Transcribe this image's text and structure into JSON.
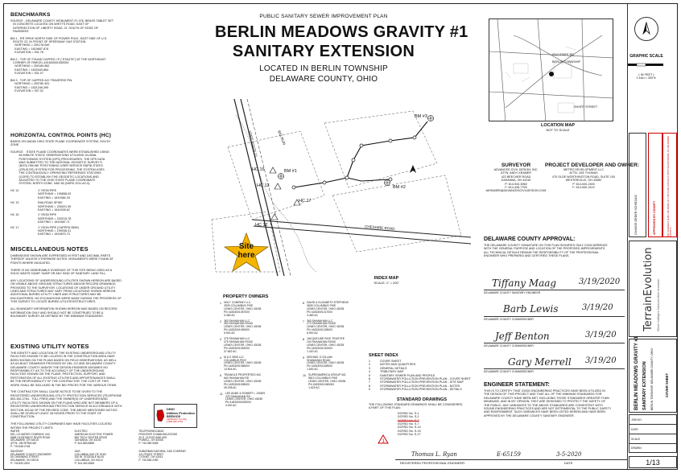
{
  "header": {
    "overline": "PUBLIC SANITARY SEWER IMPROVEMENT PLAN",
    "title_line1": "BERLIN MEADOWS GRAVITY #1",
    "title_line2": "SANITARY EXTENSION",
    "subtitle1": "LOCATED IN BERLIN TOWNSHIP",
    "subtitle2": "DELAWARE COUNTY, OHIO"
  },
  "benchmarks": {
    "heading": "BENCHMARKS",
    "items": [
      "SOURCE - DELAWARE COUNTY MONUMENT 97-076, BRASS TABLET SET\n   IN CONCRETE LOCATED ON WHITTS ROAD, EAST OF\n   INTERSECTION OF LIBERTY ROAD, 21' SOUTH OF EDGE OF\n   PAVEMENT.",
      "BM 1 - RR SPIKE NORTH SIDE OF POWER POLE, EAST SIDE OF U.S.\n   ROUTE 23, IN FRONT OF SPEEDWAY GAS STATION.\n     NORTHING = 200178.649\n     EASTING = 1819657.676\n     ELEVATION = 931.78",
      "BM 2 - TOP OF FOUND CAPPED I.P (\"STAUTE\") AT THE NORTHEAST\n   CORNER OF PARCEL #41833001050000.\n     NORTHING = 200160.862\n     EASTING = 1820440.864\n     ELEVATION = 931.07",
      "BM 3 - TOP OF CAPPED ACI TRAVERSE PIN.\n     NORTHING = 200780.451\n     EASTING = 1821246.395\n     ELEVATION = 937.02"
    ]
  },
  "control": {
    "heading": "HORIZONTAL CONTROL POINTS (HC)",
    "note": "BASED ON NAD83 OHIO STATE PLANE COORDINATE SYSTEM, SOUTH\nZONE.",
    "source": "SOURCE    STATE PLANE COORDINATES WERE ESTABLISHED USING\n          46 MINUTE STATIC OBSERVATIONS UTILIZING GLOBAL\n          POSITIONING SYSTEM (GPS) PROCEDURES. THE GPS DATA\n          WAS SUBMITTED TO THE NATIONAL GEODETIC SURVEY'S\n          (NGS) ONLINE POSITIONING USER SERVICE RAPID-STATIC\n          (OPUS-RS) SYSTEM FOR PROCESSING. THE SYSTEM USES\n          THE CONTINUOUSLY OPERATING REFERENCE STATIONS\n          (CORS) TO ESTABLISH THE GEODETIC LOCATIONS AND\n          ADJUSTED TO THE OHIO STATE PLANE COORDINATE\n          SYSTEM, NORTH ZONE, NAD 83 (NSRS 2011 A0.0).",
    "points": [
      {
        "id": "HC 12",
        "text": "1\" IRON PIPE\nNORTHING = 199858.03\nEASTING = 1819384.25"
      },
      {
        "id": "HC 13",
        "text": "RAILROAD SPIKE\nNORTHING = 200021.59\nEASTING = 1819328.62"
      },
      {
        "id": "HC 15",
        "text": "1\" IRON PIPE\nNORTHING = 200215.78\nEASTING = 1819487.71"
      },
      {
        "id": "HC 17",
        "text": "1\" IRON PIPE (CAPPED BDM)\nNORTHING = 199936.31\nEASTING = 1819670.73"
      }
    ]
  },
  "misc": {
    "heading": "MISCELLANEOUS NOTES",
    "text": "DIMENSIONS SHOWN ARE EXPRESSED IN FEET AND DECIMAL PARTS\nTHEREOF UNLESS OTHERWISE NOTED. MONUMENTS WERE FOUND AT\nPOINTS WHERE INDICATED.\n\nTHERE IS NO OBSERVABLE EVIDENCE OF THIS SITE BEING USED AS A\nSOLID WASTE DUMP, SUMP OR ANY KIND OF SANITARY LAND FILL.\n\nANY LOCATIONS OF UNDERGROUND UTILITIES SHOWN HEREON ARE BASED\nON VISIBLE ABOVE GROUND STRUCTURES AND/OR RECORD DRAWINGS\nPROVIDED TO THE SURVEYOR. LOCATIONS OF UNDER GROUND UTILITY\nLINES AND STRUCTURES MAY VARY FROM LOCATIONS SHOWN HEREON.\nADDITIONAL BURIED UTILITY LINES AND STRUCTURES MAY BE\nENCOUNTERED. NO EXCAVATIONS WERE MADE DURING THE PROGRESS OF\nTHIS SURVEY TO LOCATE BURIED UTILITIES/STRUCTURES.\n\nALL BOUNDARY INFORMATION SHOWN HEREON WAS BASED ON RECORD\nINFORMATION ONLY AND SHOULD NOT BE CONSTRUED TO BE A\nBOUNDARY SURVEY AS DEFINED BY THE MINIMUM STANDARDS."
  },
  "utility": {
    "heading": "EXISTING UTILITY NOTES",
    "text": "THE IDENTITY AND LOCATION OF THE EXISTING UNDERGROUND UTILITY\nFACILITIES KNOWN TO BE LOCATED IN THE CONSTRUCTION AREA HAVE\nBEEN SHOWN ON THE PLANS BASED ON FIELD OBSERVATIONS, AS WELL\nAS AS-BUILT DRAWINGS PROVIDED BY DEL-CO AND DELAWARE COUNTY.\nDELAWARE COUNTY AND/OR THE DESIGN ENGINEER ASSUMES NO\nRESPONSIBILITY AS TO THE ACCURACY OF THE UNDERGROUND\nFACILITIES SHOWN ON THE PLANS. PROTECTION, SUPPORT, AND\nRESTORATION OF ALL EXISTING UTILITIES AND APPURTENANCES SHALL\nBE THE RESPONSIBILITY OF THE CONTRACTOR. THE COST OF THIS\nWORK SHALL BE INCLUDED IN THE BID PRICES FOR THE VARIOUS ITEMS.\n\nTHE CONTRACTOR SHALL CAUSE NOTICE TO BE GIVEN TO THE\nREGISTERED UNDERGROUND UTILITY PROTECTION SERVICES (TELEPHONE\n800-362-2764 - TOLL FREE) AND THE OWNER(S) OF UNDERGROUND\nUTILITY FACILITIES SHOWN ON THE PLANS WHO ARE NOT MEMBERS OF A\nREGISTERED UNDERGROUND PROTECTION SERVICE IN ACCORDANCE WITH\nSECTION 153.64 OF THE REVISED CODE. THE ABOVE MENTIONED NOTICE\nSHALL BE GIVEN AT LEAST 48 HOURS PRIOR TO THE START OF\nCONSTRUCTION.\n\nTHE FOLLOWING UTILITY COMPANIES MAY HAVE FACILITIES LOCATED\nWITHIN THE PROJECT LIMITS:",
    "companies": [
      "WATER\nDEL-CO WATER COMPANY, INC.\n6658 OLENTANGY RIVER ROAD\nDELAWARE, OH 43015\nATTN: JIM SPRAGUE\nP: 740.548.2748",
      "ELECTRIC\nAMERICAN ELECTRIC POWER\n850 TECH CENTER DRIVE\nGAHANNA, OH 43230\nP: 614.883.6888",
      "TELEPHONE/CABLE\nFRONTIER COMMUNICATIONS\n20 S. CLEVELAND AVE.\nPOWELL, OH 43065\nP: 740.383.0665",
      "SANITARY\nDELAWARE COUNTY ENGINEER\n50 CHANNING STREET\nDELAWARE, OH 43015\nP: 740.833.2400",
      "GAS\nCOLUMBIA GAS OF OHIO\n920 W. GOODALE BLVD.\nCOLUMBUS, OH 43212\nP: 614.460.4668",
      "SUBURBAN NATURAL GAS COMPANY\n211 FRONT STREET\nCYGNET, OH 43413\nP: 740.548.2450"
    ],
    "ohio_logo": "OHIO\nUtilities Protection\nSERVICE",
    "ohio_call": "Call Before You Dig\n1-800-362-2764"
  },
  "location_map": {
    "title": "LOCATION MAP",
    "scale": "NOT TO SCALE",
    "labels": [
      "BERLIN TOWNSHIP",
      "OLD STATE RD",
      "SHORT STREET"
    ]
  },
  "map": {
    "labels": [
      "BM #3",
      "BM #2",
      "BM #1",
      "HC 15",
      "HC 13",
      "HC 12",
      "HC 17",
      "BIG RUN",
      "CHESHIRE ROAD",
      "STATE ROUTE 23"
    ],
    "site_here": "Site\nhere",
    "index_title": "INDEX MAP",
    "index_scale": "SCALE: 1\" = 200'"
  },
  "graphic_scale": {
    "title": "GRAPHIC SCALE",
    "feet": "( IN FEET )",
    "inch": "1 inch = 200 ft."
  },
  "surveyor": {
    "heading": "SURVEYOR",
    "text": "ADVANCED CIVIL DESIGN, INC.\nATTN: ANDY KRAMER\n422 BEECHER ROAD\nGAHANNA, OH 43230\nP: 614-944-5060\nF: 614-428-7755\nAKRAMER@ADVANCEDCIVILDESIGN.COM"
  },
  "developer": {
    "heading": "PROJECT DEVELOPER AND OWNER:",
    "text": "METRO DEVELOPMENT LLC\nATTN: JOE THOMAS\n470 OLDE WORTHINGTON ROAD, SUITE 100\nWESTERVILLE, OH 43082\nP: 614-540-2400\nF: 614-540-2410"
  },
  "approval": {
    "heading": "DELAWARE COUNTY APPROVAL:",
    "text": "THE DELAWARE COUNTY SIGNATURE ON THIS PLAN SIGNIFIES ONLY CONCURRENCE\nWITH THE GENERAL PURPOSE AND LOCATION OF THE PROPOSED IMPROVEMENTS.\nALL TECHNICAL DETAILS REMAIN THE RESPONSIBILITY OF THE PROFESSIONAL\nENGINEER WHO PREPARED AND CERTIFIED THESE PLANS.",
    "signatures": [
      {
        "name": "Tiffany Maag",
        "date": "3/19/2020",
        "role": "DELAWARE COUNTY SANITARY ENGINEER"
      },
      {
        "name": "Barb Lewis",
        "date": "3/19/20",
        "role": "DELAWARE COUNTY COMMISSIONER"
      },
      {
        "name": "Jeff Benton",
        "date": "3/19/20",
        "role": "DELAWARE COUNTY COMMISSIONER"
      },
      {
        "name": "Gary Merrell",
        "date": "3/19/20",
        "role": "DELAWARE COUNTY COMMISSIONER"
      }
    ]
  },
  "engineer": {
    "heading": "ENGINEER STATEMENT:",
    "text": "THIS IS TO CERTIFY THAT GOOD ENGINEERING PRACTICES HAVE BEEN UTILIZED IN\nTHE DESIGN OF THIS PROJECT AND THAT ALL OF THE MINIMUM STANDARDS FOR\nDELAWARE COUNTY HAVE BEEN MET, INCLUDING THOSE STANDARDS GREATER THAN\nMINIMUMS, AND IN MY OPINION, THEY ARE DESIGNED TO PROTECT THE SAFETY OF\nTHE PUBLIC. ANY VARIANCES TO THE ABOVE STANDARDS ARE CONSISTENT WITH\nSOUND ENGINEERING PRACTICES AND ARE NOT DETRIMENTAL TO THE PUBLIC SAFETY\nAND ENVIRONMENT. SUCH VARIANCES HAVE BEEN LISTED HEREIN AND HAVE BEEN\nAPPROVED BY THE DELAWARE COUNTY SANITARY ENGINEER.",
    "sig_name": "Thomas L. Ryan",
    "sig_number": "E-65159",
    "sig_date": "3-5-2020",
    "sig_label": "REGISTERED PROFESSIONAL ENGINEER",
    "date_label": "DATE"
  },
  "owners": {
    "heading": "PROPERTY OWNERS",
    "items": [
      {
        "num": "1",
        "text": "NGLT COMPANY LLC\n3939 COLUMBUS PIKE\nLEWIS CENTER, OHIO 43035\nPN 41833001057000\n3.469 AC"
      },
      {
        "num": "2",
        "text": "363 SHANAHAN LLC\n363 SHANAHAN ROAD\nLEWIS CENTER, OHIO 43035\nPN 41833001050000\n6.900 AC"
      },
      {
        "num": "3",
        "text": "375 SHANAHAN LLC\n375 SHANAHAN ROAD\nLEWIS CENTER, OHIO 43035\nPN 41833001052000\n37.662 AC"
      },
      {
        "num": "4",
        "text": "M & K 3505 LLC\nCOLUMBUS PIKE\nLEWIS CENTER, OHIO 43035\nPN 41833001056000\n13.904 AC"
      },
      {
        "num": "5",
        "text": "TRIANGLE PROPERTIES INC\n663 SHANAHAN RD\nLEWIS CENTER, OHIO 43035\nPN 41833001008000\n28.298 AC"
      },
      {
        "num": "6",
        "text": "DAVID & ELIZABETH STEPHENS\n3835 COLUMBUS PIKE\nLEWIS CENTER, OHIO 43035\nPN 41833001017000\n3.469 AC"
      },
      {
        "num": "7",
        "text": "363 SHANAHAN LLC\n273 SHANAHAN ROAD\nLEWIS CENTER, OHIO 43035\nPN 41833001028000\n6.900 AC"
      },
      {
        "num": "8",
        "text": "JACQUELINE RICE TRUSTEE\n243 SHANAHAN ROAD\nLEWIS CENTER, OHIO 43035\nPN 41833001010000\n1.420 AC"
      },
      {
        "num": "9",
        "text": "MICHAEL G DILLAM\nSHANAHAN ROAD\nLEWIS CENTER, OHIO 43035\nPN 41833001028000\n1.500 AC"
      },
      {
        "num": "10",
        "text": "SUPERAMERICA GROUP INC\n5810 COLUMBUS PIKE\nLEWIS CENTER, OHIO 43035\nPN 41833001060000\n1.629 AC"
      },
      {
        "num": "11",
        "text": "LEE ANDE & ROBERT L JONES\n475 SHANAHAN RD\nLEWIS CENTER, OHIO 43035\nPN 41833001060000\n3.000 AC"
      }
    ]
  },
  "sheet_index": {
    "heading": "SHEET INDEX",
    "rows": [
      [
        "1",
        "COVER SHEET"
      ],
      [
        "2",
        "NOTES AND QUANTITIES"
      ],
      [
        "3",
        "GENERAL DETAILS"
      ],
      [
        "4",
        "TRIBUTARY MAP"
      ],
      [
        "5",
        "SANITARY SEWER PLAN AND PROFILE"
      ],
      [
        "6",
        "STORMWATER POLLUTION PREVENTION PLAN - COVER SHEET"
      ],
      [
        "7",
        "STORMWATER POLLUTION PREVENTION PLAN - SITE MAP"
      ],
      [
        "8",
        "STORMWATER POLLUTION PREVENTION PLAN - NOTES"
      ],
      [
        "9",
        "STORMWATER POLLUTION PREVENTION PLAN - DETAILS"
      ]
    ]
  },
  "standards": {
    "heading": "STANDARD DRAWINGS",
    "note": "THE FOLLOWING STANDARD DRAWINGS SHALL BE CONSIDERED\nA PART OF THIS PLAN:",
    "items": [
      "DCRSD No. S-1",
      "DCRSD No. S-2",
      "DCRSD No. S-3",
      "DCRSD No. S-7",
      "DCRSD No. S-14",
      "DCRSD No. S-15",
      "DCRSD No. S-17"
    ]
  },
  "titleblock": {
    "brand": "TerrainEvolution",
    "tagline": "Where Intelligent Solutions Meet Innovation",
    "project": "BERLIN MEADOWS GRAVITY #1",
    "project2": "SANITARY EXTENSION",
    "location": "BERLIN TOWNSHIP, DELAWARE COUNTY, OHIO",
    "sheet_title": "COVER SHEET",
    "sheet_no": "1/13",
    "job_label": "JOB NO.",
    "date_label": "DATE",
    "scale_label": "SCALE",
    "drawn_label": "DRAWN",
    "approved_label": "APPROVED BY COUNTY",
    "revision_label": "CHANGE ORDER SCHEDULE",
    "stamp_note": "NO CHANGES SHALL BE MADE TO THIS PLAN WITHOUT WRITTEN APPROVAL OF DELAWARE COUNTY"
  }
}
